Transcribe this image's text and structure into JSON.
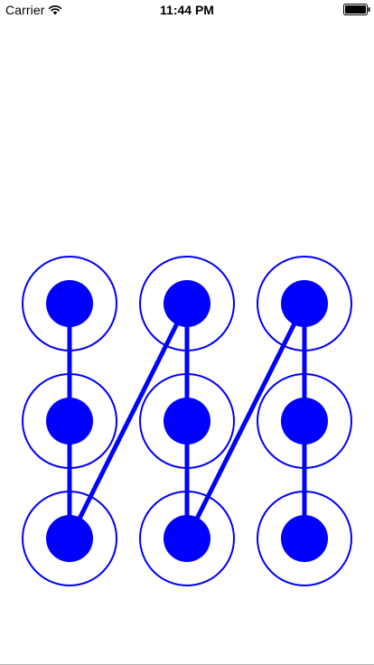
{
  "status_bar": {
    "carrier": "Carrier",
    "time": "11:44 PM",
    "wifi_icon": "wifi-icon",
    "battery_icon": "battery-full-icon"
  },
  "pattern_lock": {
    "accent_color": "#0000ff",
    "background_color": "#ffffff",
    "grid": {
      "rows": 3,
      "columns": 3,
      "nodes": [
        {
          "id": 1,
          "selected": true
        },
        {
          "id": 2,
          "selected": true
        },
        {
          "id": 3,
          "selected": true
        },
        {
          "id": 4,
          "selected": true
        },
        {
          "id": 5,
          "selected": true
        },
        {
          "id": 6,
          "selected": true
        },
        {
          "id": 7,
          "selected": true
        },
        {
          "id": 8,
          "selected": true
        },
        {
          "id": 9,
          "selected": true
        }
      ]
    },
    "path": [
      1,
      4,
      7,
      2,
      5,
      8,
      3,
      6,
      9
    ]
  }
}
